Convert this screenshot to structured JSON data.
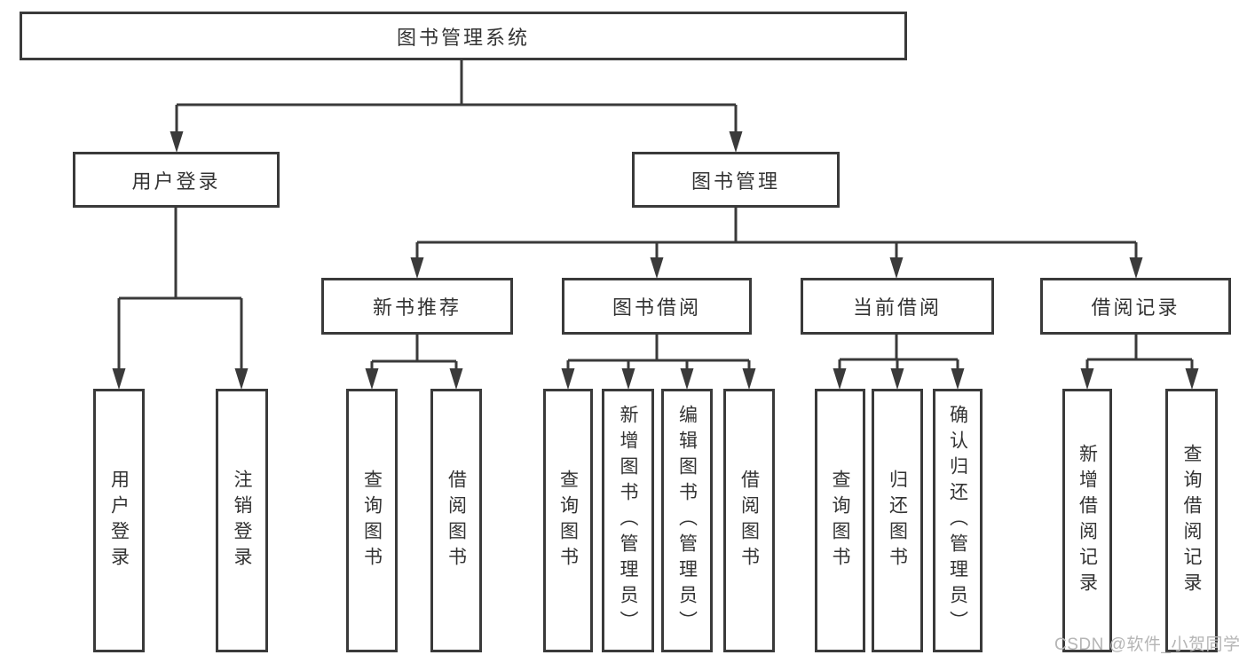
{
  "diagram_title": "图书管理系统",
  "watermark": "CSDN @软件_小贺同学",
  "colors": {
    "line": "#3a3a3a",
    "text": "#333333",
    "bg": "#ffffff",
    "watermark": "#b5b5b5"
  },
  "tree": {
    "root": "图书管理系统",
    "children": [
      {
        "label": "用户登录",
        "children": [
          "用户登录",
          "注销登录"
        ]
      },
      {
        "label": "图书管理",
        "children": [
          {
            "label": "新书推荐",
            "children": [
              "查询图书",
              "借阅图书"
            ]
          },
          {
            "label": "图书借阅",
            "children": [
              "查询图书",
              "新增图书（管理员）",
              "编辑图书（管理员）",
              "借阅图书"
            ]
          },
          {
            "label": "当前借阅",
            "children": [
              "查询图书",
              "归还图书",
              "确认归还（管理员）"
            ]
          },
          {
            "label": "借阅记录",
            "children": [
              "新增借阅记录",
              "查询借阅记录"
            ]
          }
        ]
      }
    ]
  }
}
